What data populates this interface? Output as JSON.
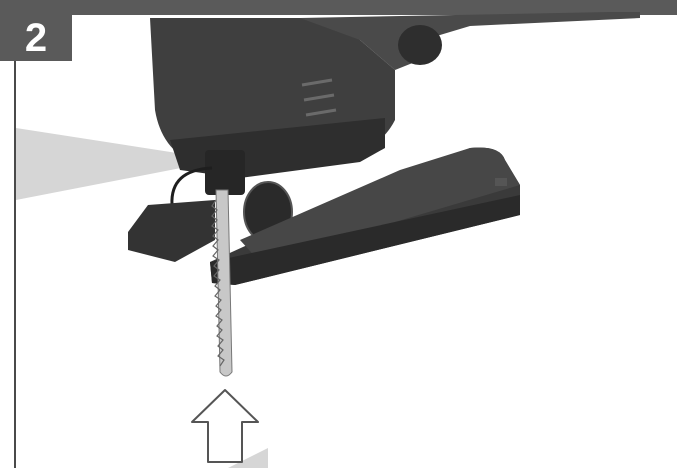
{
  "step": {
    "number": "2"
  },
  "illustration": {
    "subject": "jigsaw-blade-insertion",
    "arrow_direction": "up"
  },
  "colors": {
    "header": "#5a5a5a",
    "tool_body": "#3f3f3f",
    "tool_dark": "#262626",
    "blade": "#c8c8c8",
    "highlight_wedge": "#d6d6d6",
    "arrow_fill": "#ffffff",
    "arrow_stroke": "#555555"
  }
}
